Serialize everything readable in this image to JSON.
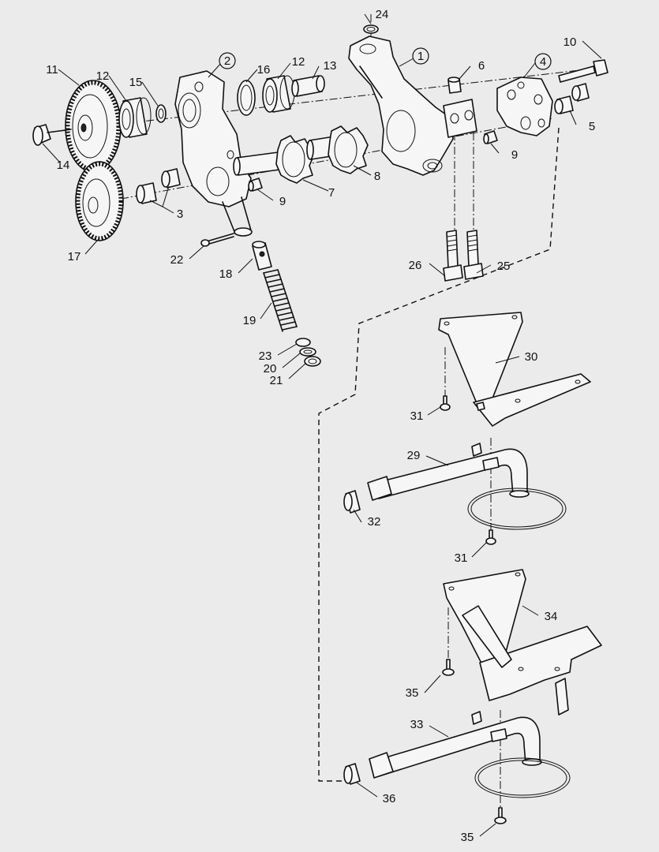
{
  "callouts": [
    {
      "id": "c24",
      "text": "24"
    },
    {
      "id": "c10",
      "text": "10"
    },
    {
      "id": "c11",
      "text": "11"
    },
    {
      "id": "c12a",
      "text": "12"
    },
    {
      "id": "c15",
      "text": "15"
    },
    {
      "id": "c2",
      "text": "2"
    },
    {
      "id": "c16",
      "text": "16"
    },
    {
      "id": "c12b",
      "text": "12"
    },
    {
      "id": "c13",
      "text": "13"
    },
    {
      "id": "c1",
      "text": "1"
    },
    {
      "id": "c6",
      "text": "6"
    },
    {
      "id": "c4",
      "text": "4"
    },
    {
      "id": "c5",
      "text": "5"
    },
    {
      "id": "c14",
      "text": "14"
    },
    {
      "id": "c9a",
      "text": "9"
    },
    {
      "id": "c8",
      "text": "8"
    },
    {
      "id": "c7",
      "text": "7"
    },
    {
      "id": "c9b",
      "text": "9"
    },
    {
      "id": "c3",
      "text": "3"
    },
    {
      "id": "c17",
      "text": "17"
    },
    {
      "id": "c22",
      "text": "22"
    },
    {
      "id": "c18",
      "text": "18"
    },
    {
      "id": "c26",
      "text": "26"
    },
    {
      "id": "c25",
      "text": "25"
    },
    {
      "id": "c19",
      "text": "19"
    },
    {
      "id": "c23",
      "text": "23"
    },
    {
      "id": "c20",
      "text": "20"
    },
    {
      "id": "c21",
      "text": "21"
    },
    {
      "id": "c30",
      "text": "30"
    },
    {
      "id": "c31a",
      "text": "31"
    },
    {
      "id": "c29",
      "text": "29"
    },
    {
      "id": "c32",
      "text": "32"
    },
    {
      "id": "c31b",
      "text": "31"
    },
    {
      "id": "c34",
      "text": "34"
    },
    {
      "id": "c35a",
      "text": "35"
    },
    {
      "id": "c33",
      "text": "33"
    },
    {
      "id": "c36",
      "text": "36"
    },
    {
      "id": "c35b",
      "text": "35"
    }
  ]
}
